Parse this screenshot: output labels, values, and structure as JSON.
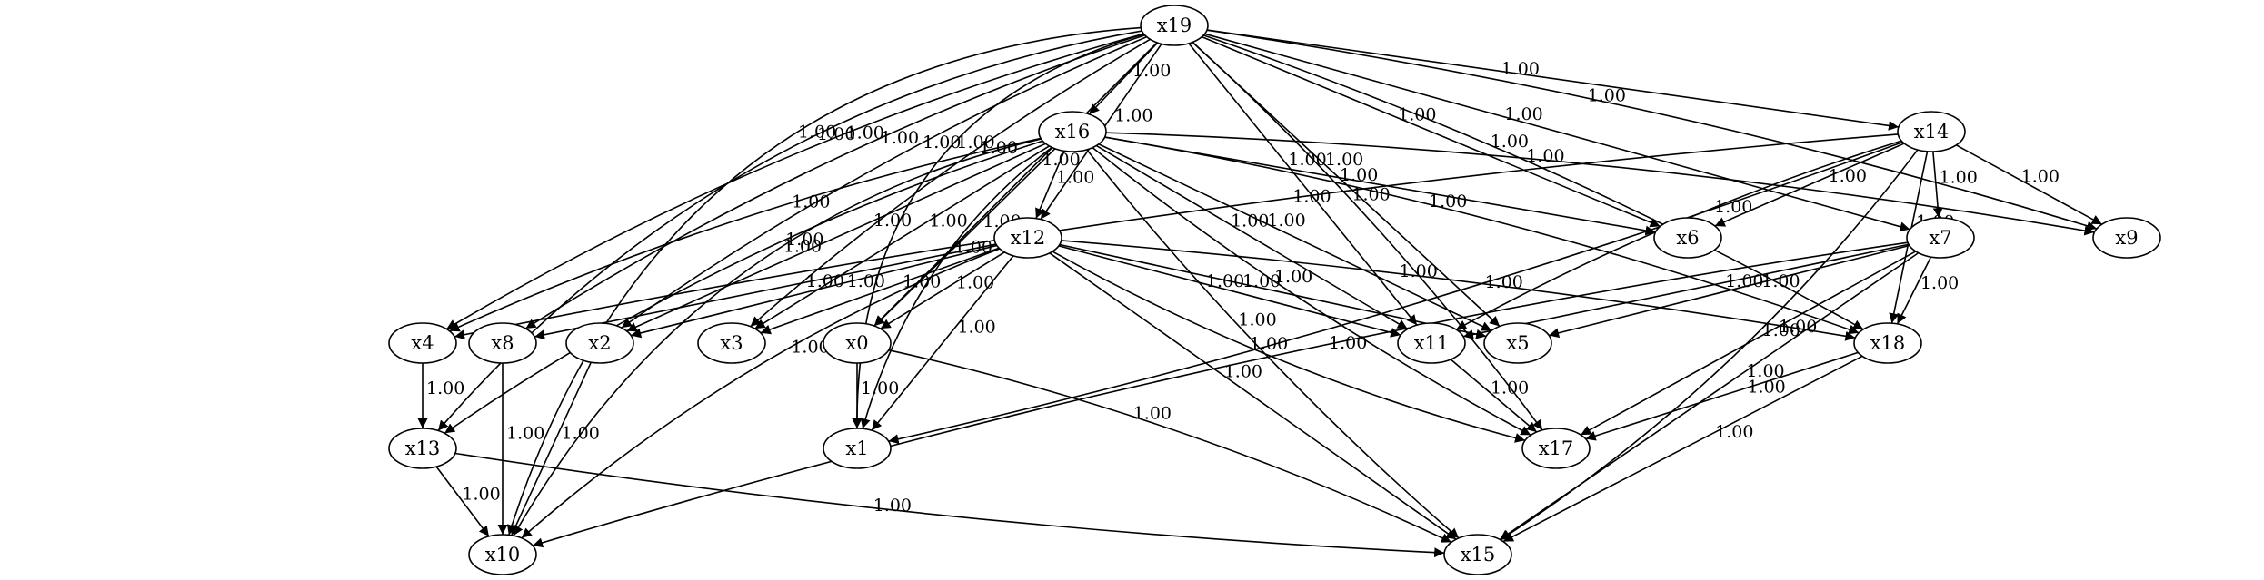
{
  "graph": {
    "nodes": [
      "x19",
      "x16",
      "x14",
      "x12",
      "x7",
      "x4",
      "x8",
      "x2",
      "x3",
      "x0",
      "x11",
      "x5",
      "x18",
      "x6",
      "x9",
      "x13",
      "x1",
      "x17",
      "x10",
      "x15"
    ],
    "edges": [
      {
        "from": "x19",
        "to": "x16",
        "label": "1.00"
      },
      {
        "from": "x19",
        "to": "x12",
        "label": "1.00"
      },
      {
        "from": "x19",
        "to": "x14",
        "label": "1.00"
      },
      {
        "from": "x19",
        "to": "x7",
        "label": "1.00"
      },
      {
        "from": "x19",
        "to": "x6",
        "label": "1.00"
      },
      {
        "from": "x19",
        "to": "x9",
        "label": "1.00"
      },
      {
        "from": "x19",
        "to": "x18",
        "label": "1.00"
      },
      {
        "from": "x19",
        "to": "x5",
        "label": "1.00"
      },
      {
        "from": "x19",
        "to": "x11",
        "label": "1.00"
      },
      {
        "from": "x19",
        "to": "x17",
        "label": "1.00"
      },
      {
        "from": "x19",
        "to": "x0",
        "label": "1.00"
      },
      {
        "from": "x19",
        "to": "x3",
        "label": "1.00"
      },
      {
        "from": "x19",
        "to": "x2",
        "label": "1.00"
      },
      {
        "from": "x19",
        "to": "x8",
        "label": "1.00"
      },
      {
        "from": "x19",
        "to": "x4",
        "label": "1.00"
      },
      {
        "from": "x19",
        "to": "x13",
        "label": "1.00"
      },
      {
        "from": "x19",
        "to": "x1",
        "label": "1.00"
      },
      {
        "from": "x19",
        "to": "x10",
        "label": "1.00"
      },
      {
        "from": "x16",
        "to": "x12",
        "label": "1.00"
      },
      {
        "from": "x16",
        "to": "x6",
        "label": "1.00"
      },
      {
        "from": "x16",
        "to": "x9",
        "label": "1.00"
      },
      {
        "from": "x16",
        "to": "x18",
        "label": "1.00"
      },
      {
        "from": "x16",
        "to": "x5",
        "label": "1.00"
      },
      {
        "from": "x16",
        "to": "x11",
        "label": "1.00"
      },
      {
        "from": "x16",
        "to": "x17",
        "label": "1.00"
      },
      {
        "from": "x16",
        "to": "x15",
        "label": "1.00"
      },
      {
        "from": "x16",
        "to": "x0",
        "label": "1.00"
      },
      {
        "from": "x16",
        "to": "x3",
        "label": "1.00"
      },
      {
        "from": "x16",
        "to": "x2",
        "label": "1.00"
      },
      {
        "from": "x16",
        "to": "x4",
        "label": "1.00"
      },
      {
        "from": "x16",
        "to": "x13",
        "label": "1.00"
      },
      {
        "from": "x16",
        "to": "x1",
        "label": "1.00"
      },
      {
        "from": "x16",
        "to": "x10",
        "label": "1.00"
      },
      {
        "from": "x14",
        "to": "x6",
        "label": "1.00"
      },
      {
        "from": "x14",
        "to": "x7",
        "label": "1.00"
      },
      {
        "from": "x14",
        "to": "x9",
        "label": "1.00"
      },
      {
        "from": "x14",
        "to": "x18",
        "label": "1.00"
      },
      {
        "from": "x14",
        "to": "x15",
        "label": "1.00"
      },
      {
        "from": "x14",
        "to": "x11",
        "label": "1.00"
      },
      {
        "from": "x14",
        "to": "x4",
        "label": "1.00"
      },
      {
        "from": "x14",
        "to": "x1",
        "label": "1.00"
      },
      {
        "from": "x12",
        "to": "x8",
        "label": "1.00"
      },
      {
        "from": "x12",
        "to": "x2",
        "label": "1.00"
      },
      {
        "from": "x12",
        "to": "x3",
        "label": "1.00"
      },
      {
        "from": "x12",
        "to": "x0",
        "label": "1.00"
      },
      {
        "from": "x12",
        "to": "x1",
        "label": "1.00"
      },
      {
        "from": "x12",
        "to": "x10",
        "label": "1.00"
      },
      {
        "from": "x12",
        "to": "x15",
        "label": "1.00"
      },
      {
        "from": "x12",
        "to": "x17",
        "label": "1.00"
      },
      {
        "from": "x12",
        "to": "x11",
        "label": "1.00"
      },
      {
        "from": "x12",
        "to": "x5",
        "label": "1.00"
      },
      {
        "from": "x12",
        "to": "x18",
        "label": "1.00"
      },
      {
        "from": "x7",
        "to": "x18",
        "label": "1.00"
      },
      {
        "from": "x7",
        "to": "x5",
        "label": "1.00"
      },
      {
        "from": "x7",
        "to": "x11",
        "label": "1.00"
      },
      {
        "from": "x7",
        "to": "x17",
        "label": "1.00"
      },
      {
        "from": "x7",
        "to": "x15",
        "label": "1.00"
      },
      {
        "from": "x7",
        "to": "x10",
        "label": "1.00"
      },
      {
        "from": "x4",
        "to": "x13",
        "label": "1.00"
      },
      {
        "from": "x8",
        "to": "x10",
        "label": "1.00"
      },
      {
        "from": "x2",
        "to": "x10",
        "label": "1.00"
      },
      {
        "from": "x0",
        "to": "x1",
        "label": "1.00"
      },
      {
        "from": "x0",
        "to": "x15",
        "label": "1.00"
      },
      {
        "from": "x13",
        "to": "x10",
        "label": "1.00"
      },
      {
        "from": "x13",
        "to": "x15",
        "label": "1.00"
      },
      {
        "from": "x11",
        "to": "x17",
        "label": "1.00"
      },
      {
        "from": "x18",
        "to": "x17",
        "label": "1.00"
      },
      {
        "from": "x18",
        "to": "x15",
        "label": "1.00"
      }
    ]
  }
}
